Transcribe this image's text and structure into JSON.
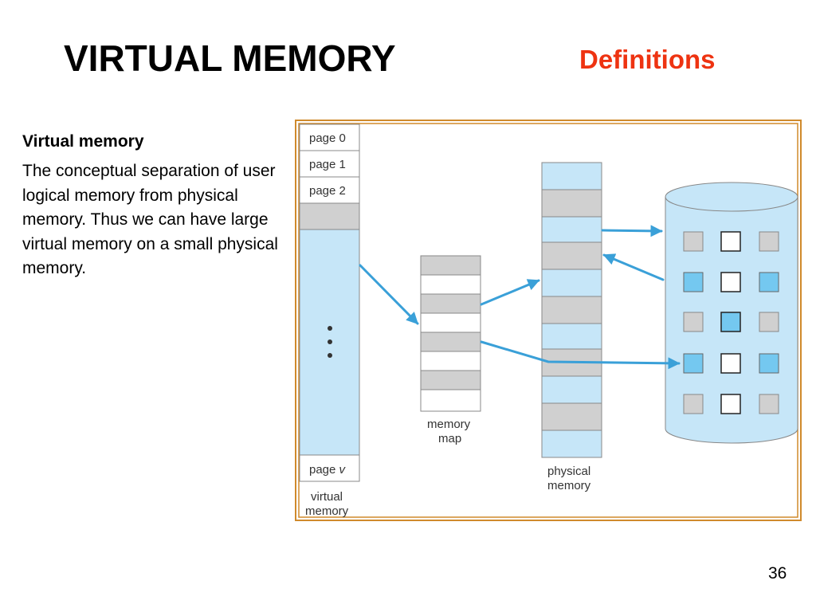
{
  "slide": {
    "title": "VIRTUAL MEMORY",
    "subtitle": "Definitions",
    "term": "Virtual memory",
    "definition": "The conceptual separation of user logical memory from physical memory.   Thus we can have large virtual memory on a small physical memory.",
    "page_number": "36"
  },
  "diagram": {
    "virtual_memory": {
      "pages": [
        "page 0",
        "page 1",
        "page 2"
      ],
      "last_page_prefix": "page",
      "last_page_var": "v",
      "caption_line1": "virtual",
      "caption_line2": "memory"
    },
    "memory_map": {
      "caption_line1": "memory",
      "caption_line2": "map"
    },
    "physical_memory": {
      "caption_line1": "physical",
      "caption_line2": "memory"
    },
    "colors": {
      "frame": "#d08a2c",
      "light_blue": "#c6e6f8",
      "gray": "#d0d0d0",
      "blue_square": "#74c8f0",
      "arrow": "#4aa8dc"
    }
  }
}
